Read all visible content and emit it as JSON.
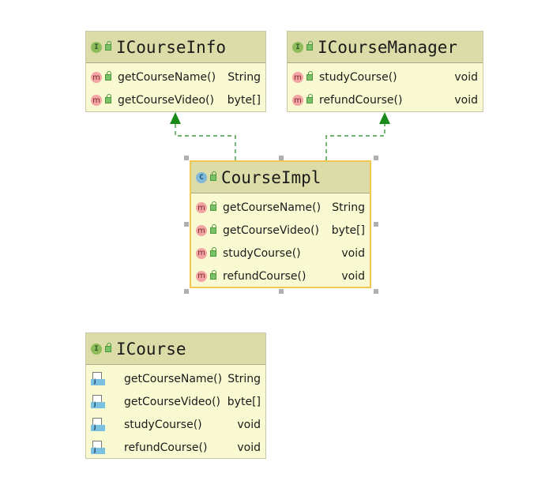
{
  "diagram": {
    "classes": [
      {
        "key": "icourseinfo",
        "kind": "I",
        "name": "ICourseInfo",
        "members": [
          {
            "kind": "m",
            "name": "getCourseName()",
            "type": "String"
          },
          {
            "kind": "m",
            "name": "getCourseVideo()",
            "type": "byte[]"
          }
        ]
      },
      {
        "key": "icoursemanager",
        "kind": "I",
        "name": "ICourseManager",
        "members": [
          {
            "kind": "m",
            "name": "studyCourse()",
            "type": "void"
          },
          {
            "kind": "m",
            "name": "refundCourse()",
            "type": "void"
          }
        ]
      },
      {
        "key": "courseimpl",
        "kind": "C",
        "name": "CourseImpl",
        "members": [
          {
            "kind": "m",
            "name": "getCourseName()",
            "type": "String"
          },
          {
            "kind": "m",
            "name": "getCourseVideo()",
            "type": "byte[]"
          },
          {
            "kind": "m",
            "name": "studyCourse()",
            "type": "void"
          },
          {
            "kind": "m",
            "name": "refundCourse()",
            "type": "void"
          }
        ]
      },
      {
        "key": "icourse",
        "kind": "I",
        "name": "ICourse",
        "members": [
          {
            "kind": "j",
            "name": "getCourseName()",
            "type": "String"
          },
          {
            "kind": "j",
            "name": "getCourseVideo()",
            "type": "byte[]"
          },
          {
            "kind": "j",
            "name": "studyCourse()",
            "type": "void"
          },
          {
            "kind": "j",
            "name": "refundCourse()",
            "type": "void"
          }
        ]
      }
    ],
    "relations": [
      {
        "from": "CourseImpl",
        "to": "ICourseInfo",
        "type": "realization"
      },
      {
        "from": "CourseImpl",
        "to": "ICourseManager",
        "type": "realization"
      }
    ],
    "colors": {
      "box_fill": "#fafad2",
      "header_fill": "#dcdca8",
      "arrow": "#1a8a1a",
      "selection_border": "#f0c850"
    }
  }
}
